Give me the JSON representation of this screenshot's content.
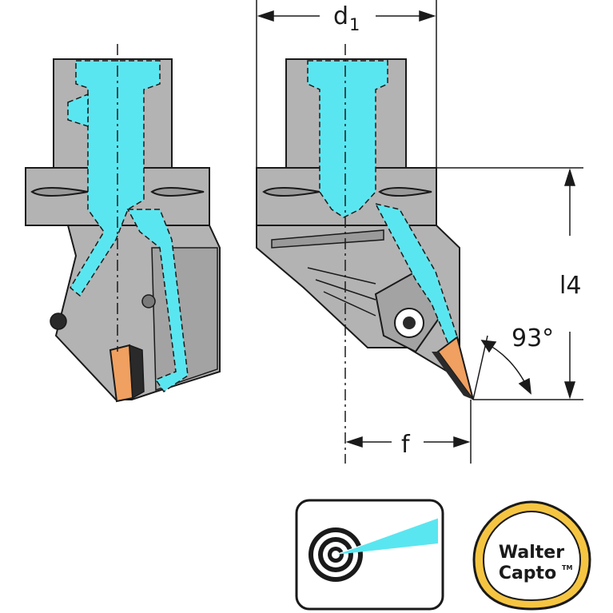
{
  "dimensions": {
    "d1": {
      "main": "d",
      "sub": "1"
    },
    "l4": "l4",
    "angle": "93°",
    "f": "f"
  },
  "icons": {
    "coolant": "internal-coolant-icon",
    "walter_capto_lines": [
      "Walter",
      "Capto"
    ],
    "walter_capto_tm": "TM"
  },
  "colors": {
    "holder_gray": "#b3b3b3",
    "coolant_cyan": "#5ae6f0",
    "insert_orange": "#f0a060",
    "logo_gold": "#f5c542"
  }
}
